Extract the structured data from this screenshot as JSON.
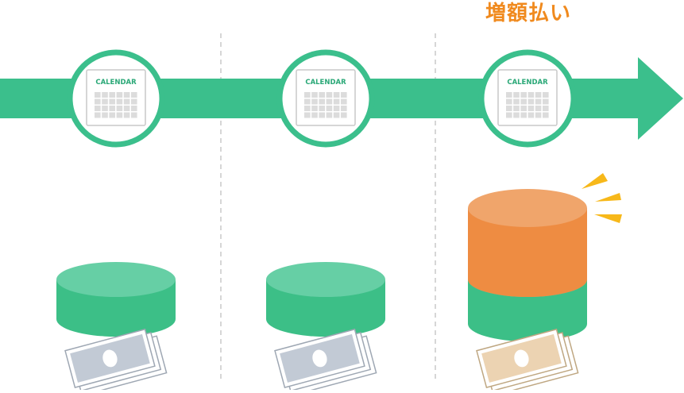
{
  "header": {
    "increase_label": "増額払い"
  },
  "timeline": {
    "periods": [
      {
        "calendar_label": "CALENDAR",
        "payment": "normal"
      },
      {
        "calendar_label": "CALENDAR",
        "payment": "normal"
      },
      {
        "calendar_label": "CALENDAR",
        "payment": "increased"
      }
    ]
  },
  "colors": {
    "arrow": "#3bbf8c",
    "accent_orange": "#ef8a2a",
    "title": "#f08a1e",
    "calendar_text": "#2aa877",
    "cylinder_green": "#3cbf87",
    "cylinder_orange": "#ee8c42",
    "bill_gray": "#c2cad5",
    "bill_beige": "#ecd3b2",
    "burst": "#f7b81a"
  },
  "icons": [
    "calendar-icon",
    "coin-stack-icon",
    "banknote-icon",
    "burst-icon"
  ]
}
